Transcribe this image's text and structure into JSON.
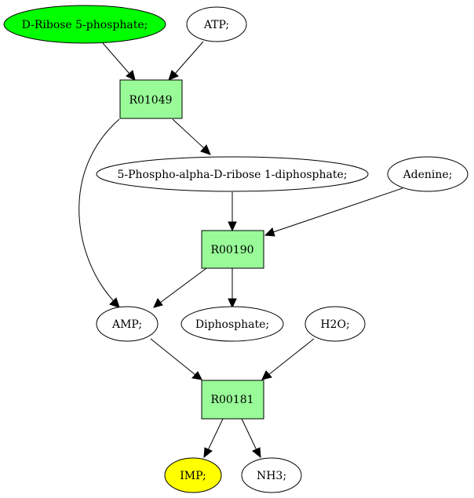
{
  "colors": {
    "start_compound": "#00ff00",
    "end_compound": "#ffff00",
    "compound": "#ffffff",
    "reaction": "#98fb98"
  },
  "nodes": {
    "ribose5p": {
      "label": "D-Ribose 5-phosphate;",
      "kind": "start-compound"
    },
    "atp": {
      "label": "ATP;",
      "kind": "compound"
    },
    "r01049": {
      "label": "R01049",
      "kind": "reaction"
    },
    "prpp": {
      "label": "5-Phospho-alpha-D-ribose 1-diphosphate;",
      "kind": "compound"
    },
    "adenine": {
      "label": "Adenine;",
      "kind": "compound"
    },
    "r00190": {
      "label": "R00190",
      "kind": "reaction"
    },
    "amp": {
      "label": "AMP;",
      "kind": "compound"
    },
    "diphosphate": {
      "label": "Diphosphate;",
      "kind": "compound"
    },
    "h2o": {
      "label": "H2O;",
      "kind": "compound"
    },
    "r00181": {
      "label": "R00181",
      "kind": "reaction"
    },
    "imp": {
      "label": "IMP;",
      "kind": "end-compound"
    },
    "nh3": {
      "label": "NH3;",
      "kind": "compound"
    }
  },
  "edges": [
    {
      "from": "ribose5p",
      "to": "r01049"
    },
    {
      "from": "atp",
      "to": "r01049"
    },
    {
      "from": "r01049",
      "to": "prpp"
    },
    {
      "from": "r01049",
      "to": "amp"
    },
    {
      "from": "prpp",
      "to": "r00190"
    },
    {
      "from": "adenine",
      "to": "r00190"
    },
    {
      "from": "r00190",
      "to": "amp"
    },
    {
      "from": "r00190",
      "to": "diphosphate"
    },
    {
      "from": "amp",
      "to": "r00181"
    },
    {
      "from": "h2o",
      "to": "r00181"
    },
    {
      "from": "r00181",
      "to": "imp"
    },
    {
      "from": "r00181",
      "to": "nh3"
    }
  ]
}
